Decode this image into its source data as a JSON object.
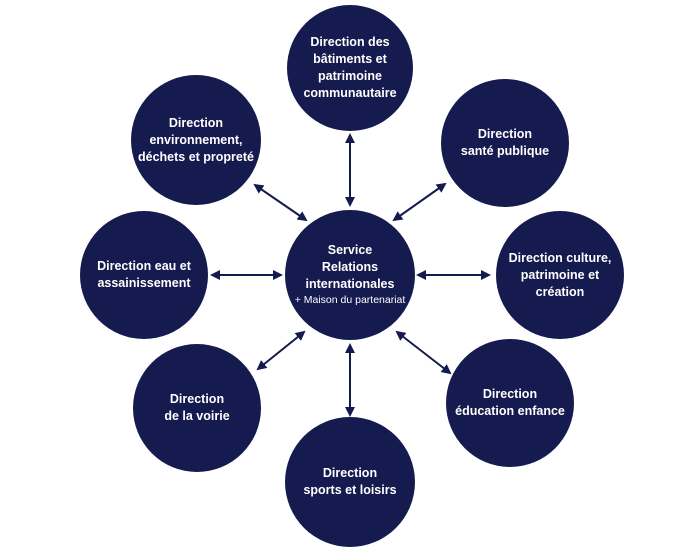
{
  "colors": {
    "node_fill": "#151b4f",
    "node_text": "#ffffff",
    "arrow": "#151b4f"
  },
  "center": {
    "title": "Service\nRelations\ninternationales",
    "subtitle": "+ Maison du partenariat"
  },
  "nodes": {
    "batiments": "Direction des\nbâtiments et\npatrimoine\ncommunautaire",
    "sante": "Direction\nsanté publique",
    "culture": "Direction culture,\npatrimoine et\ncréation",
    "education": "Direction\néducation enfance",
    "sports": "Direction\nsports et loisirs",
    "voirie": "Direction\nde la voirie",
    "eau": "Direction eau et\nassainissement",
    "environnement": "Direction\nenvironnement,\ndéchets et propreté"
  }
}
